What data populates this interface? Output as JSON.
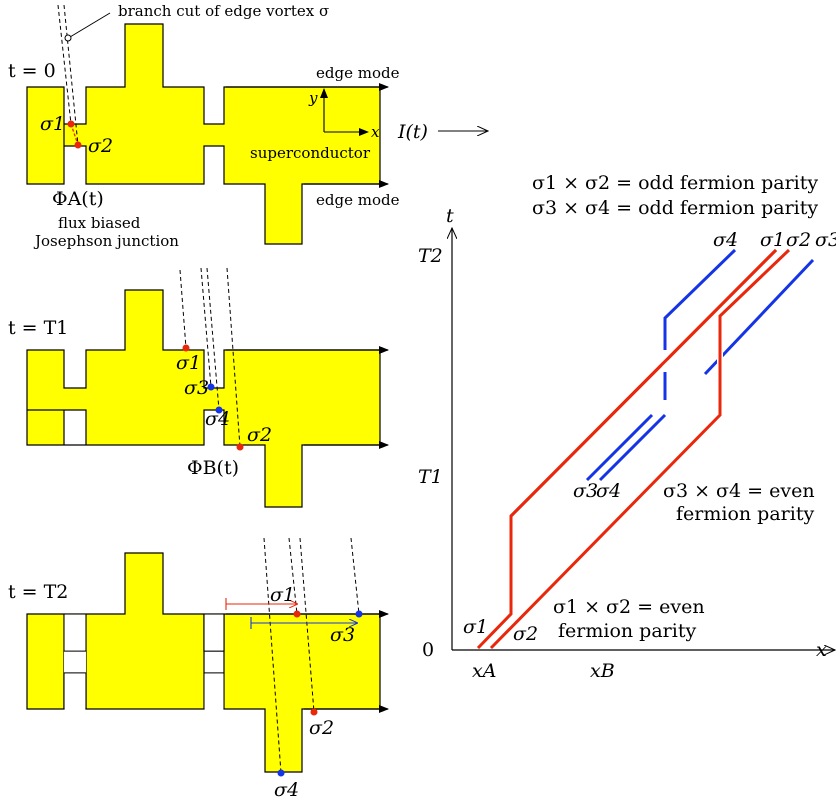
{
  "panel_top": {
    "time_label": "t = 0",
    "branch_cut_note": "branch cut of edge vortex σ",
    "edge_mode_upper": "edge mode",
    "edge_mode_lower": "edge mode",
    "material": "superconductor",
    "axis_y": "y",
    "axis_x": "x",
    "vortex_1": "σ1",
    "vortex_2": "σ2",
    "flux": "ΦA(t)",
    "junction_line1": "flux biased",
    "junction_line2": "Josephson junction"
  },
  "current_label": "I(t)",
  "panel_mid": {
    "time_label": "t = T1",
    "vortex_1": "σ1",
    "vortex_3": "σ3",
    "vortex_4": "σ4",
    "vortex_2": "σ2",
    "flux": "ΦB(t)"
  },
  "panel_bottom": {
    "time_label": "t = T2",
    "vortex_1": "σ1",
    "vortex_3": "σ3",
    "vortex_2": "σ2",
    "vortex_4": "σ4"
  },
  "spacetime": {
    "parity_top_line1": "σ1 × σ2 = odd fermion parity",
    "parity_top_line2": "σ3 × σ4 = odd fermion parity",
    "axis_t": "t",
    "axis_x": "x",
    "tick_T2": "T2",
    "tick_T1": "T1",
    "tick_0": "0",
    "tick_xA": "xA",
    "tick_xB": "xB",
    "top_4": "σ4",
    "top_1": "σ1",
    "top_2": "σ2",
    "top_3": "σ3",
    "mid_3": "σ3",
    "mid_4": "σ4",
    "even34_line1": "σ3 × σ4 = even",
    "even34_line2": "fermion parity",
    "even12_line1": "σ1 × σ2 = even",
    "even12_line2": "fermion parity",
    "bottom_1": "σ1",
    "bottom_2": "σ2"
  },
  "colors": {
    "superconductor": "#ffff00",
    "vortex_red": "#e8270b",
    "vortex_blue": "#1434e6"
  }
}
